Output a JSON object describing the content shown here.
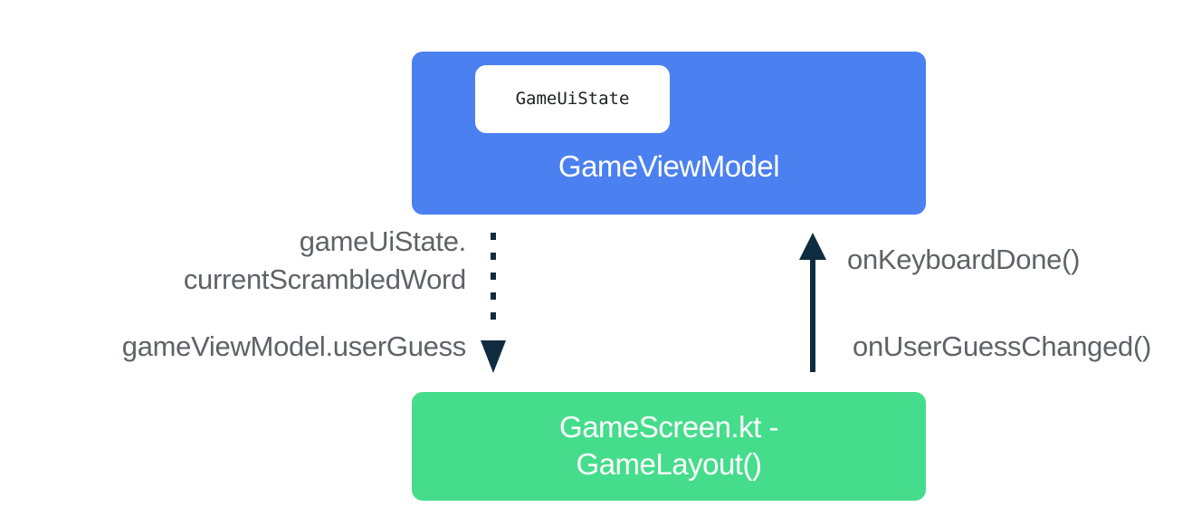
{
  "colors": {
    "viewmodel_box": "#4a80f0",
    "screen_box": "#45dd8b",
    "arrow": "#0f2d3f",
    "label_text": "#5f6368"
  },
  "viewmodel": {
    "title": "GameViewModel",
    "state_box": "GameUiState"
  },
  "screen": {
    "line1": "GameScreen.kt -",
    "line2": "GameLayout()"
  },
  "edges": {
    "down": {
      "line1": "gameUiState.",
      "line2": "currentScrambledWord",
      "line3": "gameViewModel.userGuess",
      "style": "dotted"
    },
    "up": {
      "line1": "onKeyboardDone()",
      "line2": "onUserGuessChanged()",
      "style": "solid"
    }
  }
}
